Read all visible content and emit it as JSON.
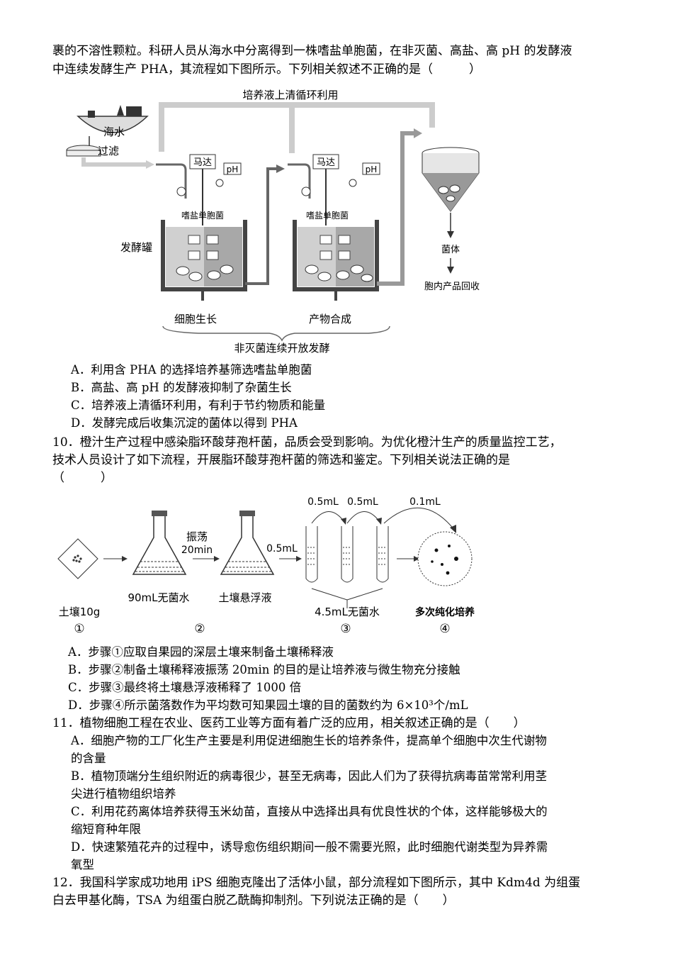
{
  "intro_lines": [
    "裹的不溶性颗粒。科研人员从海水中分离得到一株嗜盐单胞菌，在非灭菌、高盐、高 pH 的发酵液",
    "中连续发酵生产 PHA，其流程如下图所示。下列相关叙述不正确的是（　　　）"
  ],
  "fig1": {
    "recycle_label": "培养液上清循环利用",
    "seawater": "海水",
    "filter": "过滤",
    "motor1": "马达",
    "motor2": "马达",
    "ph1": "pH",
    "ph2": "pH",
    "bacteria1": "嗜盐单胞菌",
    "bacteria2": "嗜盐单胞菌",
    "tank_label": "发酵罐",
    "cells": "菌体",
    "recover": "胞内产品回收",
    "stage1": "细胞生长",
    "stage2": "产物合成",
    "bottom": "非灭菌连续开放发酵"
  },
  "q9_options": [
    "A．利用含 PHA 的选择培养基筛选嗜盐单胞菌",
    "B．高盐、高 pH 的发酵液抑制了杂菌生长",
    "C．培养液上清循环利用，有利于节约物质和能量",
    "D．发酵完成后收集沉淀的菌体以得到 PHA"
  ],
  "q10": {
    "lines": [
      "10．橙汁生产过程中感染脂环酸芽孢杆菌，品质会受到影响。为优化橙汁生产的质量监控工艺，",
      "技术人员设计了如下流程，开展脂环酸芽孢杆菌的筛选和鉴定。下列相关说法正确的是",
      "（　　　）"
    ]
  },
  "fig2": {
    "shake": "振荡",
    "time": "20min",
    "v1": "0.5mL",
    "v2": "0.5mL",
    "v3": "0.5mL",
    "v4": "0.1mL",
    "water90": "90mL无菌水",
    "suspension": "土壤悬浮液",
    "soil": "土壤10g",
    "water45": "4.5mL无菌水",
    "purify": "多次纯化培养",
    "s1": "①",
    "s2": "②",
    "s3": "③",
    "s4": "④"
  },
  "q10_options": [
    "A．步骤①应取自果园的深层土壤来制备土壤稀释液",
    "B．步骤②制备土壤稀释液振荡 20min 的目的是让培养液与微生物充分接触",
    "C．步骤③最终将土壤悬浮液稀释了 1000 倍",
    "D．步骤④所示菌落数作为平均数可知果园土壤的目的菌数约为 6×10³个/mL"
  ],
  "q11": {
    "stem": "11．植物细胞工程在农业、医药工业等方面有着广泛的应用，相关叙述正确的是（　　）",
    "A1": "A．细胞产物的工厂化生产主要是利用促进细胞生长的培养条件，提高单个细胞中次生代谢物",
    "A2": "的含量",
    "B1": "B．植物顶端分生组织附近的病毒很少，甚至无病毒，因此人们为了获得抗病毒苗常常利用茎",
    "B2": "尖进行植物组织培养",
    "C1": "C．利用花药离体培养获得玉米幼苗，直接从中选择出具有优良性状的个体，这样能够极大的",
    "C2": "缩短育种年限",
    "D1": "D．快速繁殖花卉的过程中，诱导愈伤组织期间一般不需要光照，此时细胞代谢类型为异养需",
    "D2": "氧型"
  },
  "q12_lines": [
    "12．我国科学家成功地用 iPS 细胞克隆出了活体小鼠，部分流程如下图所示，其中 Kdm4d 为组蛋",
    "白去甲基化酶，TSA 为组蛋白脱乙酰酶抑制剂。下列说法正确的是（　　）"
  ]
}
